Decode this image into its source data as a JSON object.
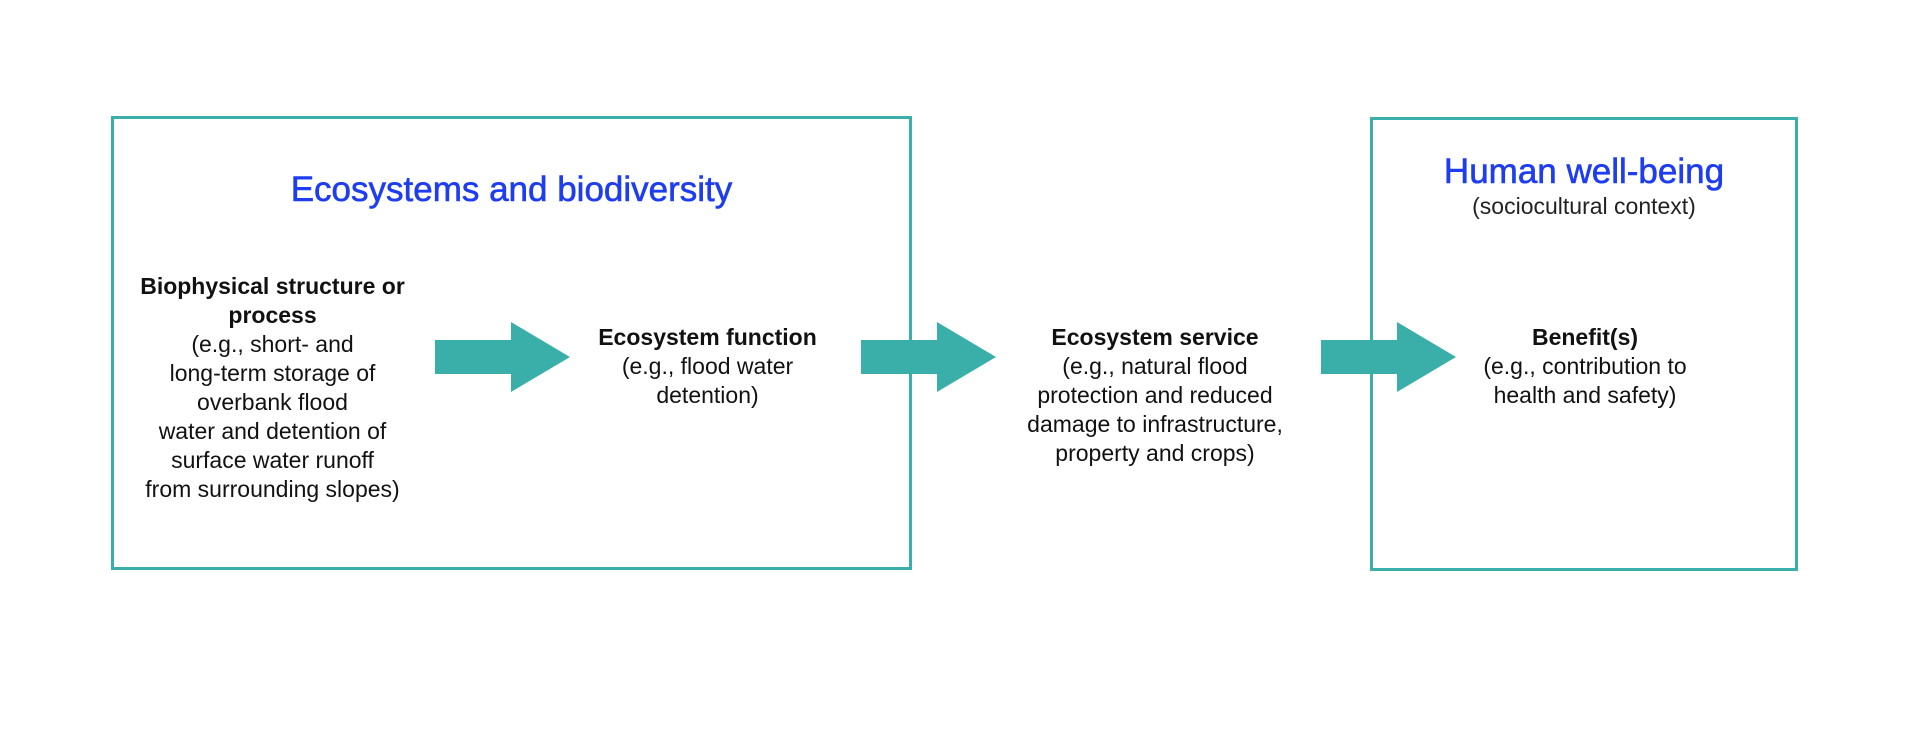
{
  "colors": {
    "box_border": "#3aafa9",
    "arrow_fill": "#3aafa9",
    "heading_text": "#1f3df0",
    "body_text": "#111111"
  },
  "groups": {
    "ecosystems": {
      "heading": "Ecosystems and biodiversity"
    },
    "wellbeing": {
      "heading": "Human well-being",
      "subheading": "(sociocultural context)"
    }
  },
  "nodes": {
    "biophysical": {
      "title": "Biophysical structure or process",
      "desc": "(e.g., short- and\nlong-term storage of\noverbank flood\nwater and detention of\nsurface water runoff\nfrom surrounding slopes)"
    },
    "function": {
      "title": "Ecosystem function",
      "desc": "(e.g., flood water\ndetention)"
    },
    "service": {
      "title": "Ecosystem service",
      "desc": "(e.g., natural flood\nprotection and reduced\ndamage to infrastructure,\nproperty and crops)"
    },
    "benefit": {
      "title": "Benefit(s)",
      "desc": "(e.g., contribution to\nhealth and safety)"
    }
  },
  "edges": [
    {
      "from": "biophysical",
      "to": "function"
    },
    {
      "from": "function",
      "to": "service"
    },
    {
      "from": "service",
      "to": "benefit"
    }
  ]
}
